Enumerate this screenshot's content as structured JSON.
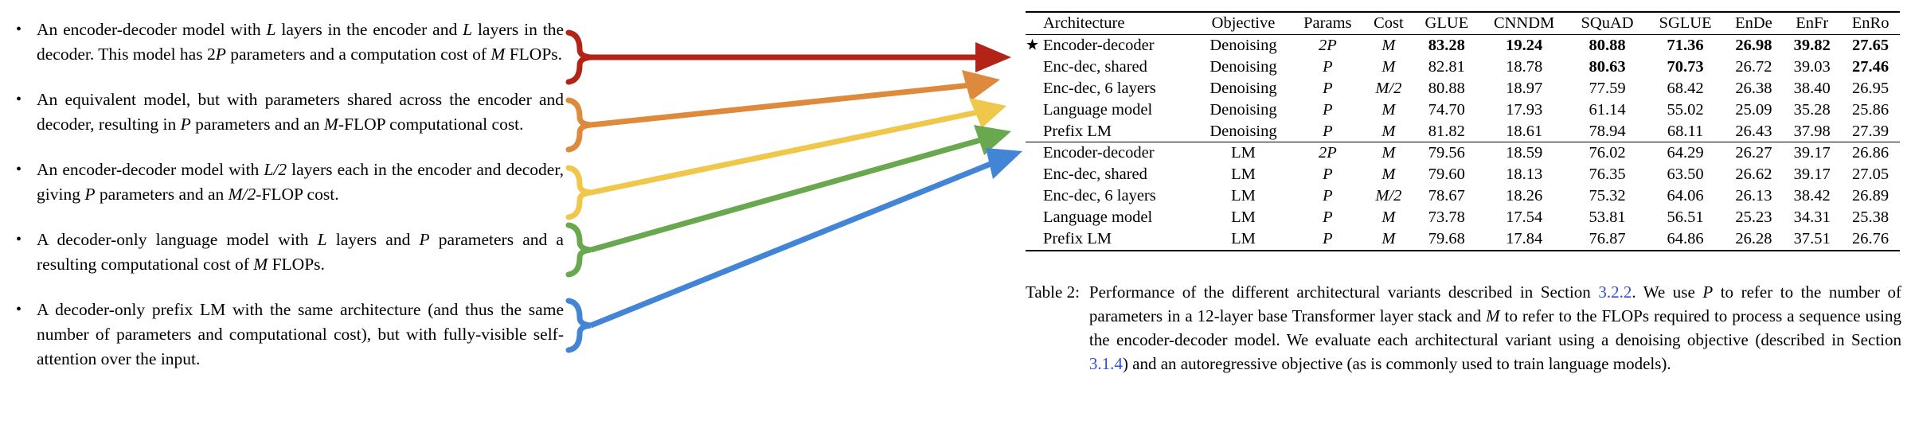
{
  "bullets": {
    "marker": "•",
    "items": [
      {
        "id": "encoder-decoder",
        "color": "#b32317",
        "parts": [
          {
            "t": "An encoder-decoder model with "
          },
          {
            "t": "L",
            "i": true
          },
          {
            "t": " layers in the encoder and "
          },
          {
            "t": "L",
            "i": true
          },
          {
            "t": " layers in the decoder. This model has 2"
          },
          {
            "t": "P",
            "i": true
          },
          {
            "t": " parameters and a computation cost of "
          },
          {
            "t": "M",
            "i": true
          },
          {
            "t": " FLOPs."
          }
        ]
      },
      {
        "id": "enc-dec-shared",
        "color": "#dd8a3c",
        "parts": [
          {
            "t": "An equivalent model, but with parameters shared across the encoder and decoder, resulting in "
          },
          {
            "t": "P",
            "i": true
          },
          {
            "t": " parameters and an "
          },
          {
            "t": "M",
            "i": true
          },
          {
            "t": "-FLOP computational cost."
          }
        ]
      },
      {
        "id": "enc-dec-6-layers",
        "color": "#efc74a",
        "parts": [
          {
            "t": "An encoder-decoder model with "
          },
          {
            "t": "L/2",
            "i": true
          },
          {
            "t": " layers each in the encoder and decoder, giving "
          },
          {
            "t": "P",
            "i": true
          },
          {
            "t": " parameters and an "
          },
          {
            "t": "M/2",
            "i": true
          },
          {
            "t": "-FLOP cost."
          }
        ]
      },
      {
        "id": "language-model",
        "color": "#6aa84f",
        "parts": [
          {
            "t": "A decoder-only language model with "
          },
          {
            "t": "L",
            "i": true
          },
          {
            "t": " layers and "
          },
          {
            "t": "P",
            "i": true
          },
          {
            "t": " parameters and a resulting computational cost of "
          },
          {
            "t": "M",
            "i": true
          },
          {
            "t": " FLOPs."
          }
        ]
      },
      {
        "id": "prefix-lm",
        "color": "#4285d6",
        "parts": [
          {
            "t": "A decoder-only prefix LM with the same architecture (and thus the same number of parameters and computational cost), but with fully-visible self-attention over the input."
          }
        ]
      }
    ]
  },
  "connectors": {
    "colors": {
      "encoder-decoder": "#b32317",
      "enc-dec-shared": "#dd8a3c",
      "enc-dec-6-layers": "#efc74a",
      "language-model": "#6aa84f",
      "prefix-lm": "#4285d6"
    }
  },
  "table": {
    "star_marker": "★",
    "columns": [
      "Architecture",
      "Objective",
      "Params",
      "Cost",
      "GLUE",
      "CNNDM",
      "SQuAD",
      "SGLUE",
      "EnDe",
      "EnFr",
      "EnRo"
    ],
    "groups": [
      {
        "name": "denoising",
        "rows": [
          {
            "star": true,
            "cells": [
              "Encoder-decoder",
              "Denoising",
              "2P",
              "M",
              "83.28",
              "19.24",
              "80.88",
              "71.36",
              "26.98",
              "39.82",
              "27.65"
            ],
            "bold": [
              false,
              false,
              false,
              false,
              true,
              true,
              true,
              true,
              true,
              true,
              true
            ]
          },
          {
            "star": false,
            "cells": [
              "Enc-dec, shared",
              "Denoising",
              "P",
              "M",
              "82.81",
              "18.78",
              "80.63",
              "70.73",
              "26.72",
              "39.03",
              "27.46"
            ],
            "bold": [
              false,
              false,
              false,
              false,
              false,
              false,
              true,
              true,
              false,
              false,
              true
            ]
          },
          {
            "star": false,
            "cells": [
              "Enc-dec, 6 layers",
              "Denoising",
              "P",
              "M/2",
              "80.88",
              "18.97",
              "77.59",
              "68.42",
              "26.38",
              "38.40",
              "26.95"
            ],
            "bold": [
              false,
              false,
              false,
              false,
              false,
              false,
              false,
              false,
              false,
              false,
              false
            ]
          },
          {
            "star": false,
            "cells": [
              "Language model",
              "Denoising",
              "P",
              "M",
              "74.70",
              "17.93",
              "61.14",
              "55.02",
              "25.09",
              "35.28",
              "25.86"
            ],
            "bold": [
              false,
              false,
              false,
              false,
              false,
              false,
              false,
              false,
              false,
              false,
              false
            ]
          },
          {
            "star": false,
            "cells": [
              "Prefix LM",
              "Denoising",
              "P",
              "M",
              "81.82",
              "18.61",
              "78.94",
              "68.11",
              "26.43",
              "37.98",
              "27.39"
            ],
            "bold": [
              false,
              false,
              false,
              false,
              false,
              false,
              false,
              false,
              false,
              false,
              false
            ]
          }
        ]
      },
      {
        "name": "lm",
        "rows": [
          {
            "star": false,
            "cells": [
              "Encoder-decoder",
              "LM",
              "2P",
              "M",
              "79.56",
              "18.59",
              "76.02",
              "64.29",
              "26.27",
              "39.17",
              "26.86"
            ],
            "bold": [
              false,
              false,
              false,
              false,
              false,
              false,
              false,
              false,
              false,
              false,
              false
            ]
          },
          {
            "star": false,
            "cells": [
              "Enc-dec, shared",
              "LM",
              "P",
              "M",
              "79.60",
              "18.13",
              "76.35",
              "63.50",
              "26.62",
              "39.17",
              "27.05"
            ],
            "bold": [
              false,
              false,
              false,
              false,
              false,
              false,
              false,
              false,
              false,
              false,
              false
            ]
          },
          {
            "star": false,
            "cells": [
              "Enc-dec, 6 layers",
              "LM",
              "P",
              "M/2",
              "78.67",
              "18.26",
              "75.32",
              "64.06",
              "26.13",
              "38.42",
              "26.89"
            ],
            "bold": [
              false,
              false,
              false,
              false,
              false,
              false,
              false,
              false,
              false,
              false,
              false
            ]
          },
          {
            "star": false,
            "cells": [
              "Language model",
              "LM",
              "P",
              "M",
              "73.78",
              "17.54",
              "53.81",
              "56.51",
              "25.23",
              "34.31",
              "25.38"
            ],
            "bold": [
              false,
              false,
              false,
              false,
              false,
              false,
              false,
              false,
              false,
              false,
              false
            ]
          },
          {
            "star": false,
            "cells": [
              "Prefix LM",
              "LM",
              "P",
              "M",
              "79.68",
              "17.84",
              "76.87",
              "64.86",
              "26.28",
              "37.51",
              "26.76"
            ],
            "bold": [
              false,
              false,
              false,
              false,
              false,
              false,
              false,
              false,
              false,
              false,
              false
            ]
          }
        ]
      }
    ],
    "italic_cols": [
      2,
      3
    ]
  },
  "caption": {
    "label": "Table 2:",
    "parts": [
      {
        "t": "Performance of the different architectural variants described in Section "
      },
      {
        "t": "3.2.2",
        "link": true
      },
      {
        "t": ". We use "
      },
      {
        "t": "P",
        "i": true
      },
      {
        "t": " to refer to the number of parameters in a 12-layer base Transformer layer stack and "
      },
      {
        "t": "M",
        "i": true
      },
      {
        "t": " to refer to the FLOPs required to process a sequence using the encoder-decoder model. We evaluate each architectural variant using a denoising objective (described in Section "
      },
      {
        "t": "3.1.4",
        "link": true
      },
      {
        "t": ") and an autoregressive objective (as is commonly used to train language models)."
      }
    ]
  }
}
